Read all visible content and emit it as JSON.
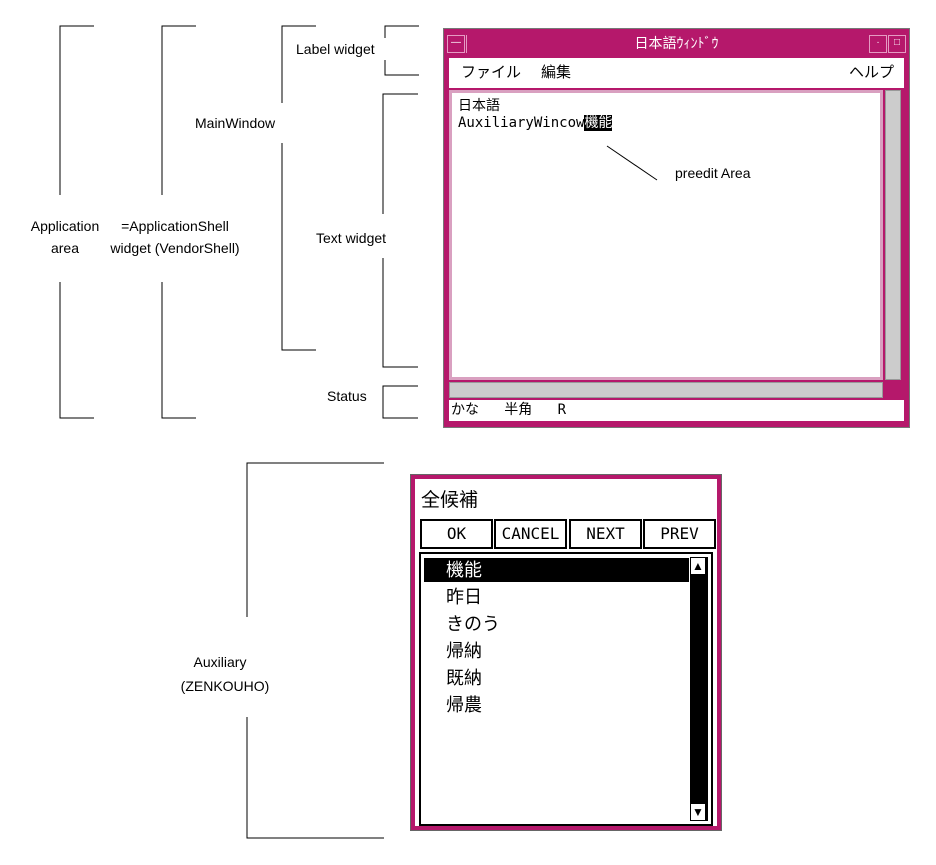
{
  "annotations": {
    "application_area": "Application area",
    "application_shell": "=ApplicationShell widget (VendorShell)",
    "main_window": "MainWindow",
    "label_widget": "Label widget",
    "text_widget": "Text widget",
    "status": "Status",
    "preedit_area": "preedit Area",
    "auxiliary": "Auxiliary",
    "auxiliary_sub": "(ZENKOUHO)"
  },
  "main_window": {
    "title": "日本語ｳｨﾝﾄﾞｳ",
    "menus": [
      "ファイル",
      "編集",
      "ヘルプ"
    ],
    "text_line1": "日本語",
    "text_line2": "AuxiliaryWincow",
    "preedit": "機能",
    "status": [
      "かな",
      "半角",
      "R"
    ]
  },
  "aux_window": {
    "title": "全候補",
    "buttons": [
      "OK",
      "CANCEL",
      "NEXT",
      "PREV"
    ],
    "candidates": [
      "機能",
      "昨日",
      "きのう",
      "帰納",
      "既納",
      "帰農"
    ],
    "selected_index": 0
  }
}
